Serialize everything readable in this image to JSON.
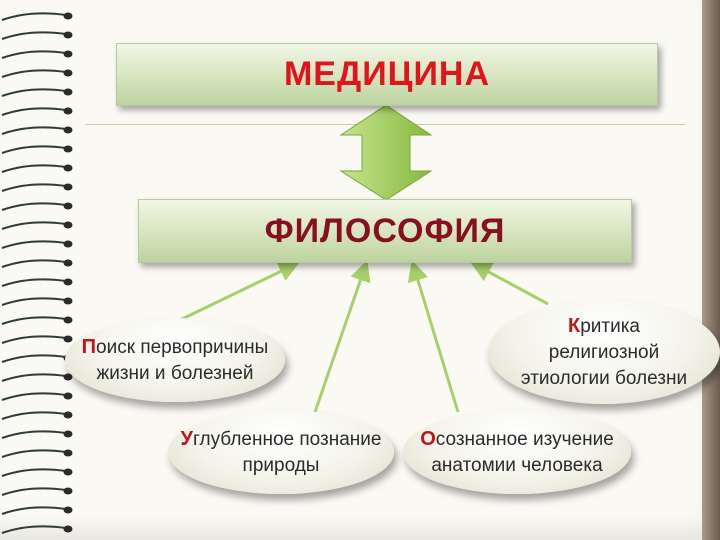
{
  "diagram": {
    "top_box": {
      "title": "МЕДИЦИНА"
    },
    "middle_box": {
      "title": "ФИЛОСОФИЯ"
    },
    "nodes": [
      {
        "first_letter": "П",
        "rest_line1": "оиск первопричины",
        "line2": "жизни и болезней"
      },
      {
        "first_letter": "К",
        "rest_line1": "ритика",
        "line2": "религиозной",
        "line3": "этиологии болезни"
      },
      {
        "first_letter": "У",
        "rest_line1": "глубленное познание",
        "line2": "природы"
      },
      {
        "first_letter": "О",
        "rest_line1": "сознанное изучение",
        "line2": "анатомии человека"
      }
    ]
  },
  "colors": {
    "medicine_title": "#e0141b",
    "philosophy_title": "#861020",
    "box_fill": "#d8e6c2",
    "arrow_fill": "#9fce55",
    "connector": "#a7cf6a",
    "node_first_letter": "#c01418"
  }
}
